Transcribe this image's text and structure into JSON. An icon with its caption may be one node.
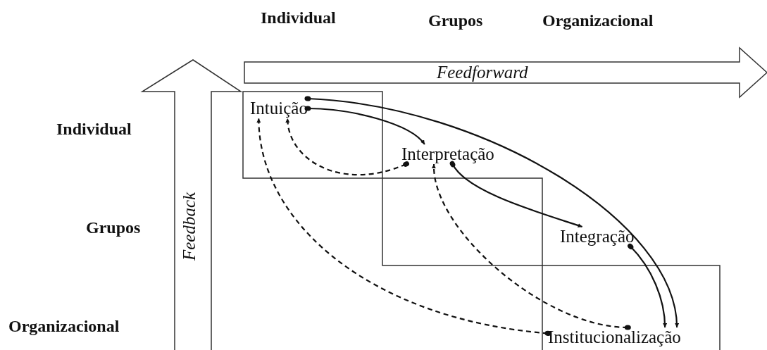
{
  "diagram": {
    "nodes": [
      {
        "text": [
          "Feedforward"
        ]
      },
      {
        "text": [
          "Feedback"
        ]
      },
      {
        "text": [
          "Intuição"
        ]
      },
      {
        "text": [
          "Interpretação"
        ]
      },
      {
        "text": [
          "Integração"
        ]
      },
      {
        "text": [
          "Institucionalização"
        ]
      }
    ],
    "edges": [
      {
        "from": 2,
        "to": 3,
        "arrow": "to"
      },
      {
        "from": 3,
        "to": 4,
        "arrow": "to"
      },
      {
        "from": 4,
        "to": 5,
        "arrow": "to"
      },
      {
        "from": 2,
        "to": 5,
        "arrow": "to"
      },
      {
        "from": 5,
        "to": 3,
        "arrow": "to",
        "style": "dashed"
      },
      {
        "from": 5,
        "to": 2,
        "arrow": "to",
        "style": "dashed"
      },
      {
        "from": 3,
        "to": 2,
        "arrow": "to",
        "style": "dashed"
      }
    ],
    "labels": [
      "Individual",
      "Grupos",
      "Organizacional",
      "Individual",
      "Grupos",
      "Organizacional"
    ]
  }
}
